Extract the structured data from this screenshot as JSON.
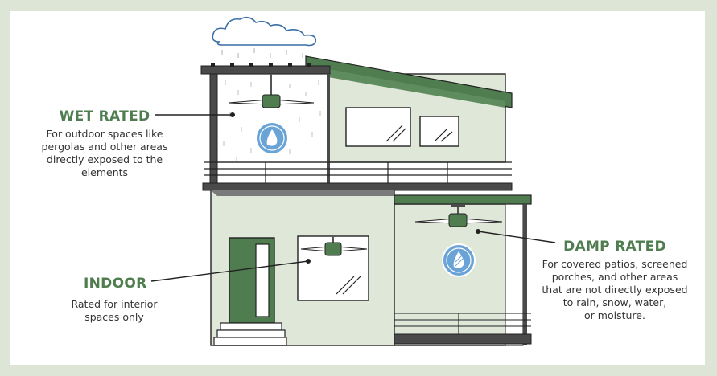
{
  "labels": {
    "wet": {
      "title": "WET RATED",
      "lines": [
        "For outdoor spaces like",
        "pergolas and other areas",
        "directly exposed to the",
        "elements"
      ]
    },
    "indoor": {
      "title": "INDOOR",
      "lines": [
        "Rated for interior",
        "spaces only"
      ]
    },
    "damp": {
      "title": "DAMP RATED",
      "lines": [
        "For covered patios, screened",
        "porches, and other areas",
        "that are not directly exposed",
        "to rain, snow, water,",
        "or moisture."
      ]
    }
  },
  "colors": {
    "background": "#dde5d6",
    "card": "#ffffff",
    "wall": "#dfe7d9",
    "roof": "#4f7d4f",
    "door": "#4f7d4f",
    "outline": "#222222",
    "beam": "#4a4a4a",
    "badge": "#6aa3d6",
    "title_text": "#4f7d4f"
  },
  "icons": [
    "cloud-icon",
    "wet-rated-water-drop-icon",
    "damp-rated-water-drop-icon",
    "ceiling-fan-icon"
  ]
}
